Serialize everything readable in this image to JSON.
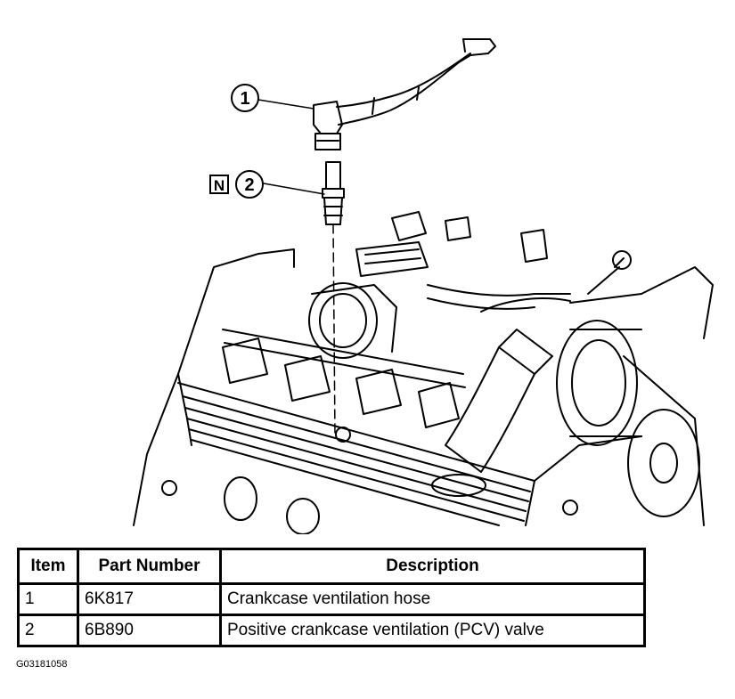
{
  "callouts": [
    {
      "number": "1"
    },
    {
      "number": "2",
      "flag": "N"
    }
  ],
  "legend": {
    "headers": [
      "Item",
      "Part Number",
      "Description"
    ],
    "rows": [
      {
        "item": "1",
        "part": "6K817",
        "description": "Crankcase ventilation hose"
      },
      {
        "item": "2",
        "part": "6B890",
        "description": "Positive crankcase ventilation (PCV) valve"
      }
    ]
  },
  "figure_code": "G03181058"
}
